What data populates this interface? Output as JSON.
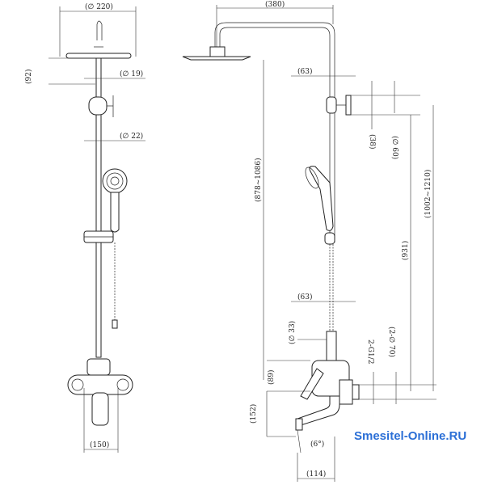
{
  "front_view": {
    "dims": {
      "head_diameter": "(∅ 220)",
      "pipe_upper_diameter": "(∅ 19)",
      "pipe_lower_diameter": "(∅ 22)",
      "head_offset": "(92)",
      "mixer_spacing": "(150)"
    }
  },
  "side_view": {
    "dims": {
      "arm_length": "(380)",
      "arm_bracket": "(63)",
      "wall_bracket_height": "(38)",
      "wall_flange_diameter": "(∅ 60)",
      "head_to_mixer": "(878~1086)",
      "overall_height": "(1002~1210)",
      "mid_height": "(931)",
      "mixer_bracket": "(63)",
      "pipe_diameter": "(∅ 33)",
      "thread": "2-G1/2",
      "flange_diameter": "(2-∅ 70)",
      "mixer_height": "(89)",
      "spout_height": "(152)",
      "spout_angle": "(6°)",
      "spout_length": "(114)"
    }
  },
  "watermark": "Smesitel-Online.RU",
  "colors": {
    "line": "#222222",
    "watermark": "#2b6fd6"
  }
}
